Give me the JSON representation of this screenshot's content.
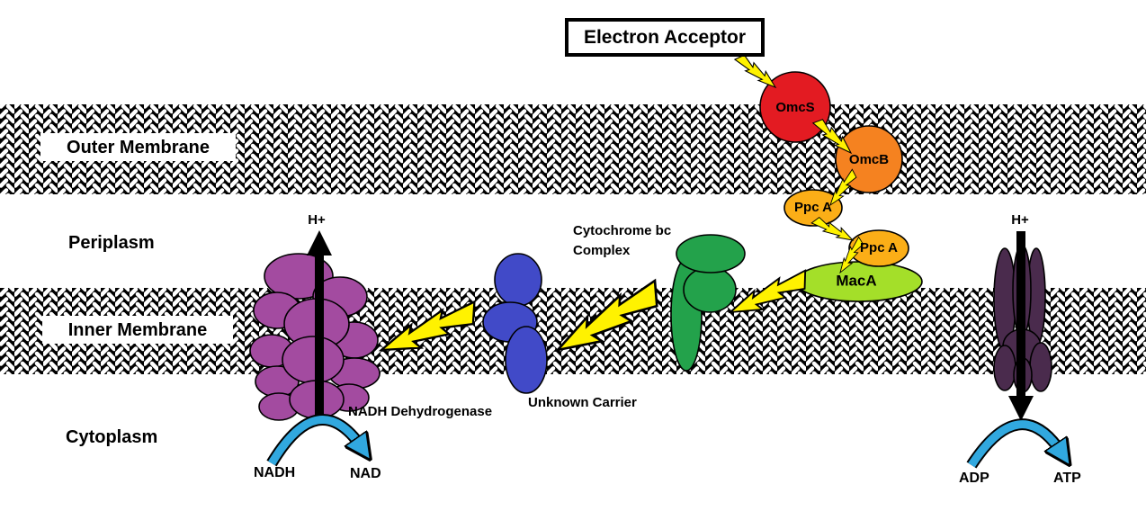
{
  "colors": {
    "membrane_black": "#000000",
    "membrane_white": "#ffffff",
    "bolt_yellow": "#FFF200",
    "omcs_red": "#E31B22",
    "omcb_orange": "#F58220",
    "ppca_gold": "#FBAE17",
    "maca_lime": "#A4DF29",
    "cytochrome_green": "#23A24B",
    "carrier_blue": "#414AC8",
    "nadh_purple": "#A34BA0",
    "atp_synthase_plum": "#4A2B4D",
    "arrow_cyan": "#31A8DF",
    "arrow_black": "#000000"
  },
  "acceptor": {
    "label": "Electron Acceptor"
  },
  "regions": {
    "outer_membrane": "Outer Membrane",
    "periplasm": "Periplasm",
    "inner_membrane": "Inner Membrane",
    "cytoplasm": "Cytoplasm"
  },
  "proteins": {
    "omcs": "OmcS",
    "omcb": "OmcB",
    "ppca_upper": "Ppc A",
    "ppca_lower": "Ppc A",
    "maca": "MacA",
    "cytochrome_bc_line1": "Cytochrome bc",
    "cytochrome_bc_line2": "Complex",
    "nadh_dehydrogenase": "NADH Dehydrogenase",
    "unknown_carrier": "Unknown Carrier"
  },
  "molecules": {
    "h_plus_left": "H+",
    "h_plus_right": "H+",
    "nadh": "NADH",
    "nad": "NAD",
    "adp": "ADP",
    "atp": "ATP"
  }
}
